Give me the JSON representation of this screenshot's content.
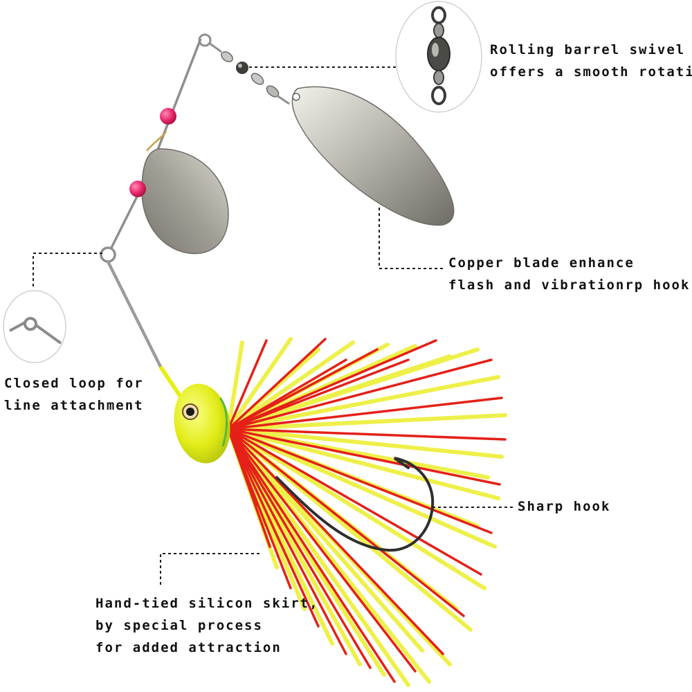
{
  "colors": {
    "wire": "#9a9a98",
    "blade_light": "#e6e4dc",
    "blade_dark": "#7c7a72",
    "bead": "#e8246a",
    "head": "#e6ef1a",
    "skirt_yellow": "#eef04a",
    "skirt_red": "#e42018",
    "hook": "#2e2e2e",
    "leader_dash": "#1a1a1a",
    "text": "#111111"
  },
  "callouts": {
    "swivel": {
      "icon": "rolling-barrel-swivel-inset-icon",
      "line1": "Rolling barrel swivel",
      "line2": "offers a smooth rotation"
    },
    "blade": {
      "line1": "Copper blade enhance",
      "line2": "flash and vibrationrp hook"
    },
    "loop": {
      "icon": "closed-loop-inset-icon",
      "line1": "Closed loop for",
      "line2": "line attachment"
    },
    "hook": {
      "line1": "Sharp hook"
    },
    "skirt": {
      "line1": "Hand-tied silicon skirt,",
      "line2": "by special process",
      "line3": "for added attraction"
    }
  }
}
